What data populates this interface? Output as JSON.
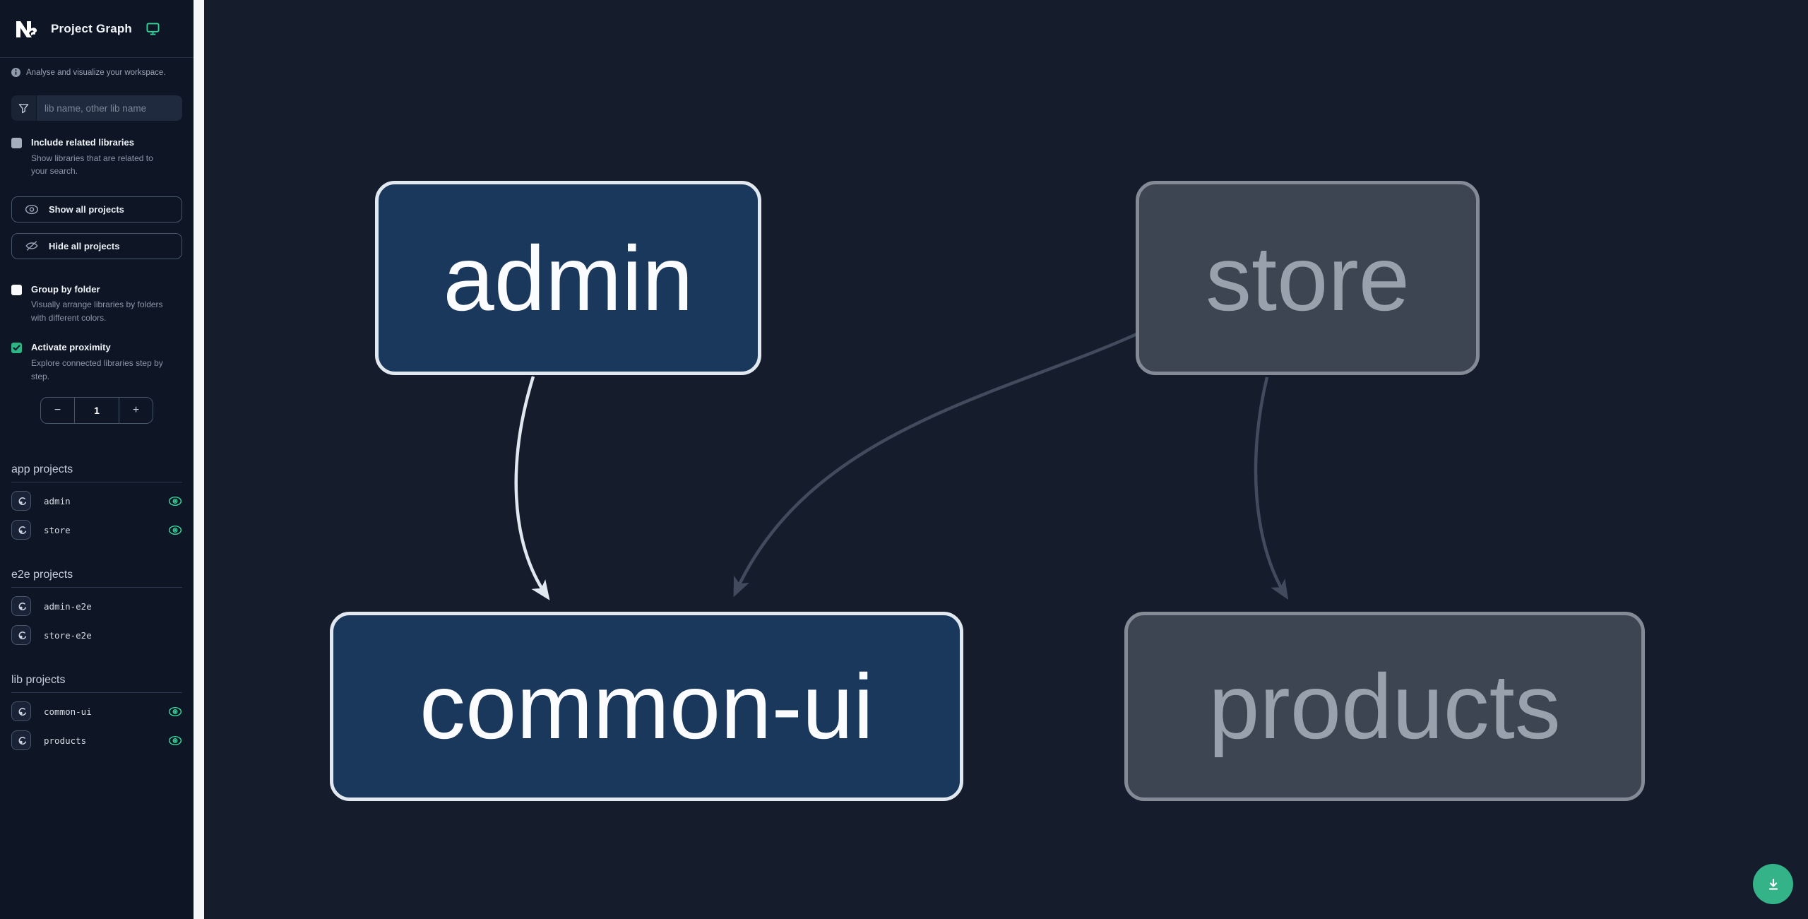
{
  "header": {
    "title": "Project Graph",
    "logo": "nx-logo",
    "mode_icon": "monitor-icon"
  },
  "tagline": "Analyse and visualize your workspace.",
  "search": {
    "placeholder": "lib name, other lib name",
    "value": ""
  },
  "filters": {
    "include_related": {
      "label": "Include related libraries",
      "description": "Show libraries that are related to your search.",
      "checked": false
    },
    "show_all_label": "Show all projects",
    "hide_all_label": "Hide all projects",
    "group_by_folder": {
      "label": "Group by folder",
      "description": "Visually arrange libraries by folders with different colors.",
      "checked": false
    },
    "activate_proximity": {
      "label": "Activate proximity",
      "description": "Explore connected libraries step by step.",
      "checked": true,
      "check_glyph": "✓"
    },
    "proximity_stepper": {
      "decrement": "−",
      "value": "1",
      "increment": "+"
    }
  },
  "sections": [
    {
      "title": "app projects",
      "items": [
        {
          "name": "admin",
          "visible": true
        },
        {
          "name": "store",
          "visible": true
        }
      ]
    },
    {
      "title": "e2e projects",
      "items": [
        {
          "name": "admin-e2e",
          "visible": false
        },
        {
          "name": "store-e2e",
          "visible": false
        }
      ]
    },
    {
      "title": "lib projects",
      "items": [
        {
          "name": "common-ui",
          "visible": true
        },
        {
          "name": "products",
          "visible": true
        }
      ]
    }
  ],
  "graph": {
    "nodes": [
      {
        "id": "admin",
        "label": "admin",
        "state": "active"
      },
      {
        "id": "store",
        "label": "store",
        "state": "faded"
      },
      {
        "id": "common-ui",
        "label": "common-ui",
        "state": "active"
      },
      {
        "id": "products",
        "label": "products",
        "state": "faded"
      }
    ],
    "edges": [
      {
        "from": "admin",
        "to": "common-ui",
        "state": "active"
      },
      {
        "from": "store",
        "to": "common-ui",
        "state": "faded"
      },
      {
        "from": "store",
        "to": "products",
        "state": "faded"
      }
    ]
  },
  "fab": {
    "icon": "download-icon"
  },
  "colors": {
    "accent": "#34d399",
    "fab_bg": "#35b388",
    "checkbox_checked": "#2eb586",
    "sidebar_bg": "#0e1625",
    "canvas_bg": "#151c2c",
    "node_active_fill": "#1a375c",
    "node_active_border": "#e2e8f0",
    "node_active_text": "#fafcff",
    "node_faded_fill": "#3d4553",
    "node_faded_border": "#848b96",
    "node_faded_text": "#99a1ac",
    "edge_active": "#e2e8f0",
    "edge_faded": "#414b5d"
  }
}
